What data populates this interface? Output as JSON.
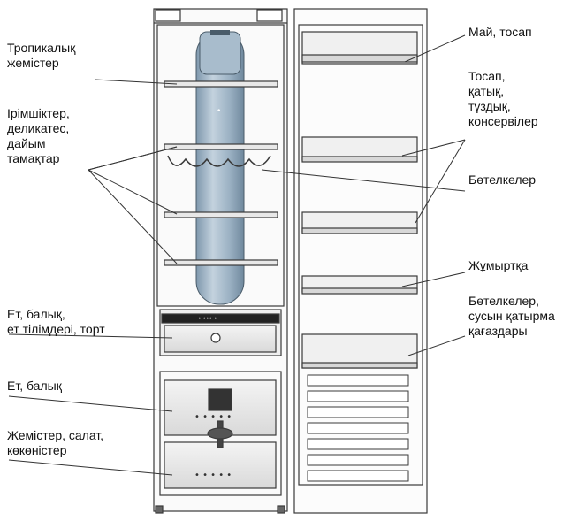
{
  "labels": {
    "tropical_fruits": "Тропикалық\nжемістер",
    "cheese_deli": "Ірімшіктер,\nделикатес,\nдайым\nтамақтар",
    "meat_fish_cake": "Ет, балық,\nет тілімдері, торт",
    "meat_fish": "Ет, балық",
    "fruit_salad_veg": "Жемістер, салат,\nкөкөністер",
    "butter_cheese": "Май, тосап",
    "jam_yogurt": "Тосап,\nқатық,\nтұздық,\nконсервілер",
    "bottles_1": "Бөтелкелер",
    "eggs": "Жұмыртқа",
    "bottles_2": "Бөтелкелер,\nсусын қатырма\nқағаздары"
  },
  "drawer_icons": "• • • • •",
  "colors": {
    "outline": "#3a3a3a",
    "fill": "#f2f2f2",
    "bottle": "#8fa8bd",
    "drawer": "#e6e6e6"
  }
}
